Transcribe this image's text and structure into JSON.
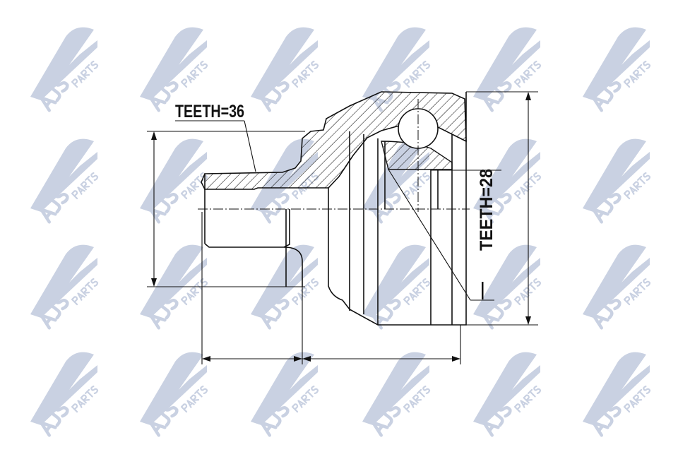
{
  "watermark": {
    "brand": "AJS",
    "sub": "PARTS",
    "color": "#c9d1e2"
  },
  "labels": {
    "teeth_outer": "TEETH=36",
    "teeth_inner": "TEETH=28",
    "marker": "—"
  },
  "colors": {
    "line": "#111111",
    "background": "#ffffff"
  }
}
